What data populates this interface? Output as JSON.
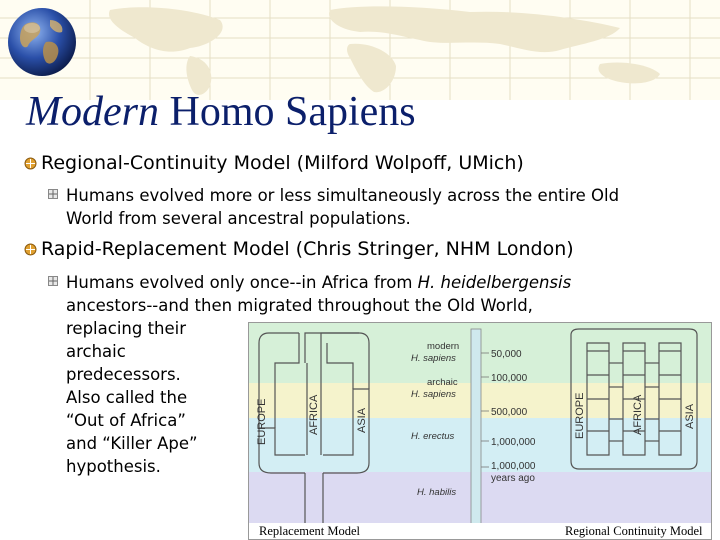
{
  "title": {
    "part1": "Modern",
    "part2": " Homo Sapiens"
  },
  "bullets": [
    {
      "heading": "Regional-Continuity Model (Milford Wolpoff, UMich)",
      "sub": "Humans evolved more or less simultaneously across the entire Old World from several ancestral populations."
    },
    {
      "heading": "Rapid-Replacement Model (Chris Stringer, NHM London)",
      "sub_lines": [
        "Humans evolved only once--in Africa from ",
        "H. heidelbergensis",
        "ancestors--and then migrated throughout the Old World,",
        "replacing their",
        "archaic",
        "predecessors.",
        "Also called the",
        "“Out of Africa”",
        "and “Killer Ape”",
        "hypothesis."
      ]
    }
  ],
  "figure": {
    "left_caption": "Replacement Model",
    "right_caption": "Regional Continuity Model",
    "left_regions": [
      "EUROPE",
      "AFRICA",
      "ASIA"
    ],
    "right_regions": [
      "EUROPE",
      "AFRICA",
      "ASIA"
    ],
    "stage_labels": {
      "modern_1": "modern",
      "modern_2": "H. sapiens",
      "archaic_1": "archaic",
      "archaic_2": "H. sapiens",
      "erectus": "H. erectus",
      "habilis": "H. habilis"
    },
    "time_labels": [
      "50,000",
      "100,000",
      "500,000",
      "1,000,000",
      "1,000,000",
      "years ago"
    ],
    "colors": {
      "modern": "#d6f0d8",
      "archaic": "#f5f3cc",
      "erectus": "#d3eef4",
      "habilis": "#dcdaf2"
    }
  }
}
